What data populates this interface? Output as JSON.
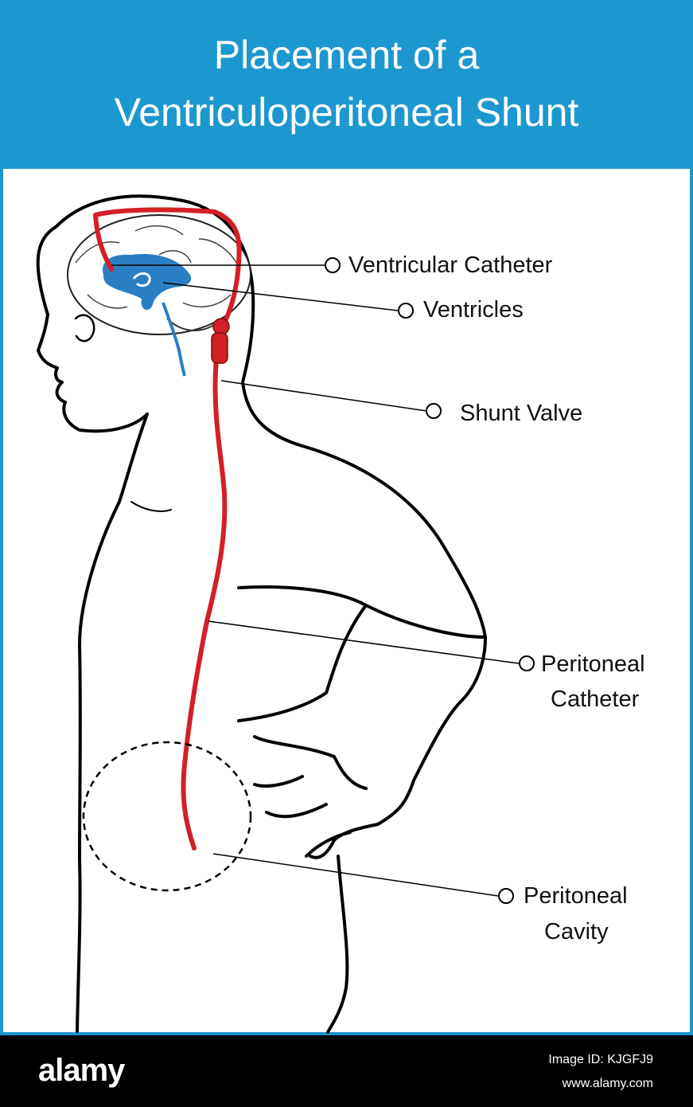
{
  "title": {
    "line1": "Placement of a",
    "line2": "Ventriculoperitoneal Shunt"
  },
  "labels": {
    "ventricular_catheter": "Ventricular Catheter",
    "ventricles": "Ventricles",
    "shunt_valve": "Shunt Valve",
    "peritoneal_catheter_1": "Peritoneal",
    "peritoneal_catheter_2": "Catheter",
    "peritoneal_cavity_1": "Peritoneal",
    "peritoneal_cavity_2": "Cavity"
  },
  "footer": {
    "logo": "alamy",
    "image_code": "Image ID: KJGFJ9",
    "url": "www.alamy.com"
  },
  "colors": {
    "header_blue": "#1c97cf",
    "catheter_red": "#d32027",
    "ventricle_blue": "#2a7fc4",
    "outline": "#000000"
  }
}
